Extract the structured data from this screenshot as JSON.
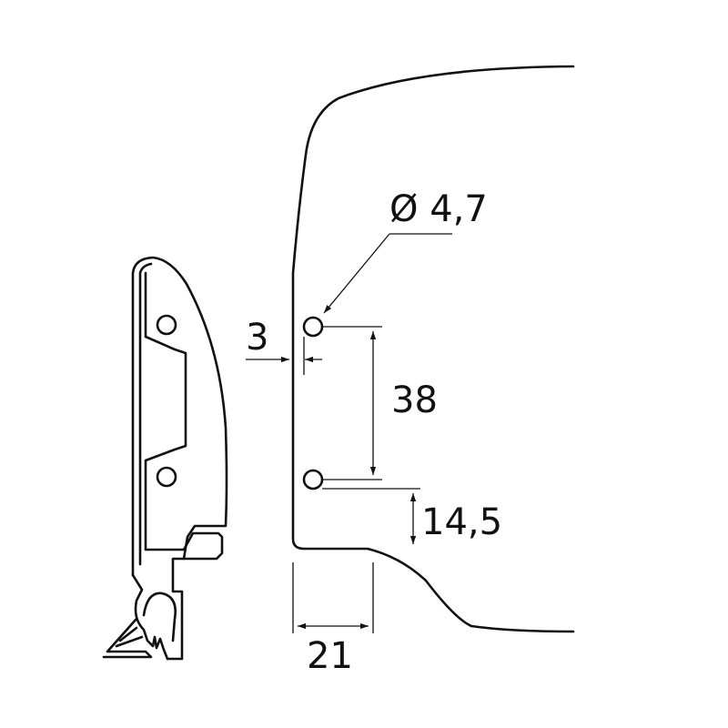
{
  "diagram": {
    "background_color": "#f3f3f3",
    "line_color": "#111111",
    "dimensions": {
      "diameter": "Ø 4,7",
      "edge_offset": "3",
      "hole_spacing": "38",
      "bottom_offset": "14,5",
      "width": "21"
    }
  }
}
